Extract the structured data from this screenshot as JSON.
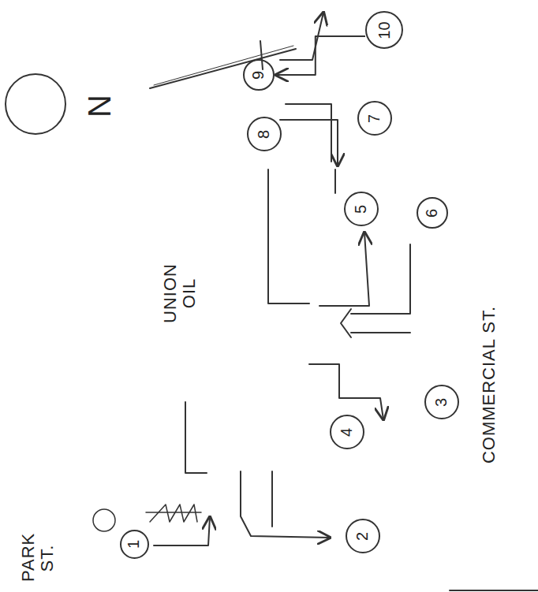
{
  "diagram": {
    "nodes": [
      {
        "text": [
          "1"
        ]
      },
      {
        "text": [
          "2"
        ]
      },
      {
        "text": [
          "3"
        ]
      },
      {
        "text": [
          "4"
        ]
      },
      {
        "text": [
          "5"
        ]
      },
      {
        "text": [
          "6"
        ]
      },
      {
        "text": [
          "7"
        ]
      },
      {
        "text": [
          "8"
        ]
      },
      {
        "text": [
          "9"
        ]
      },
      {
        "text": [
          "10"
        ]
      }
    ],
    "edges": [
      {
        "from": 9,
        "to": 8,
        "arrow": "to"
      }
    ],
    "labels": [
      "PARK ST.",
      "UNION OIL",
      "COMMERCIAL ST.",
      "N"
    ]
  }
}
